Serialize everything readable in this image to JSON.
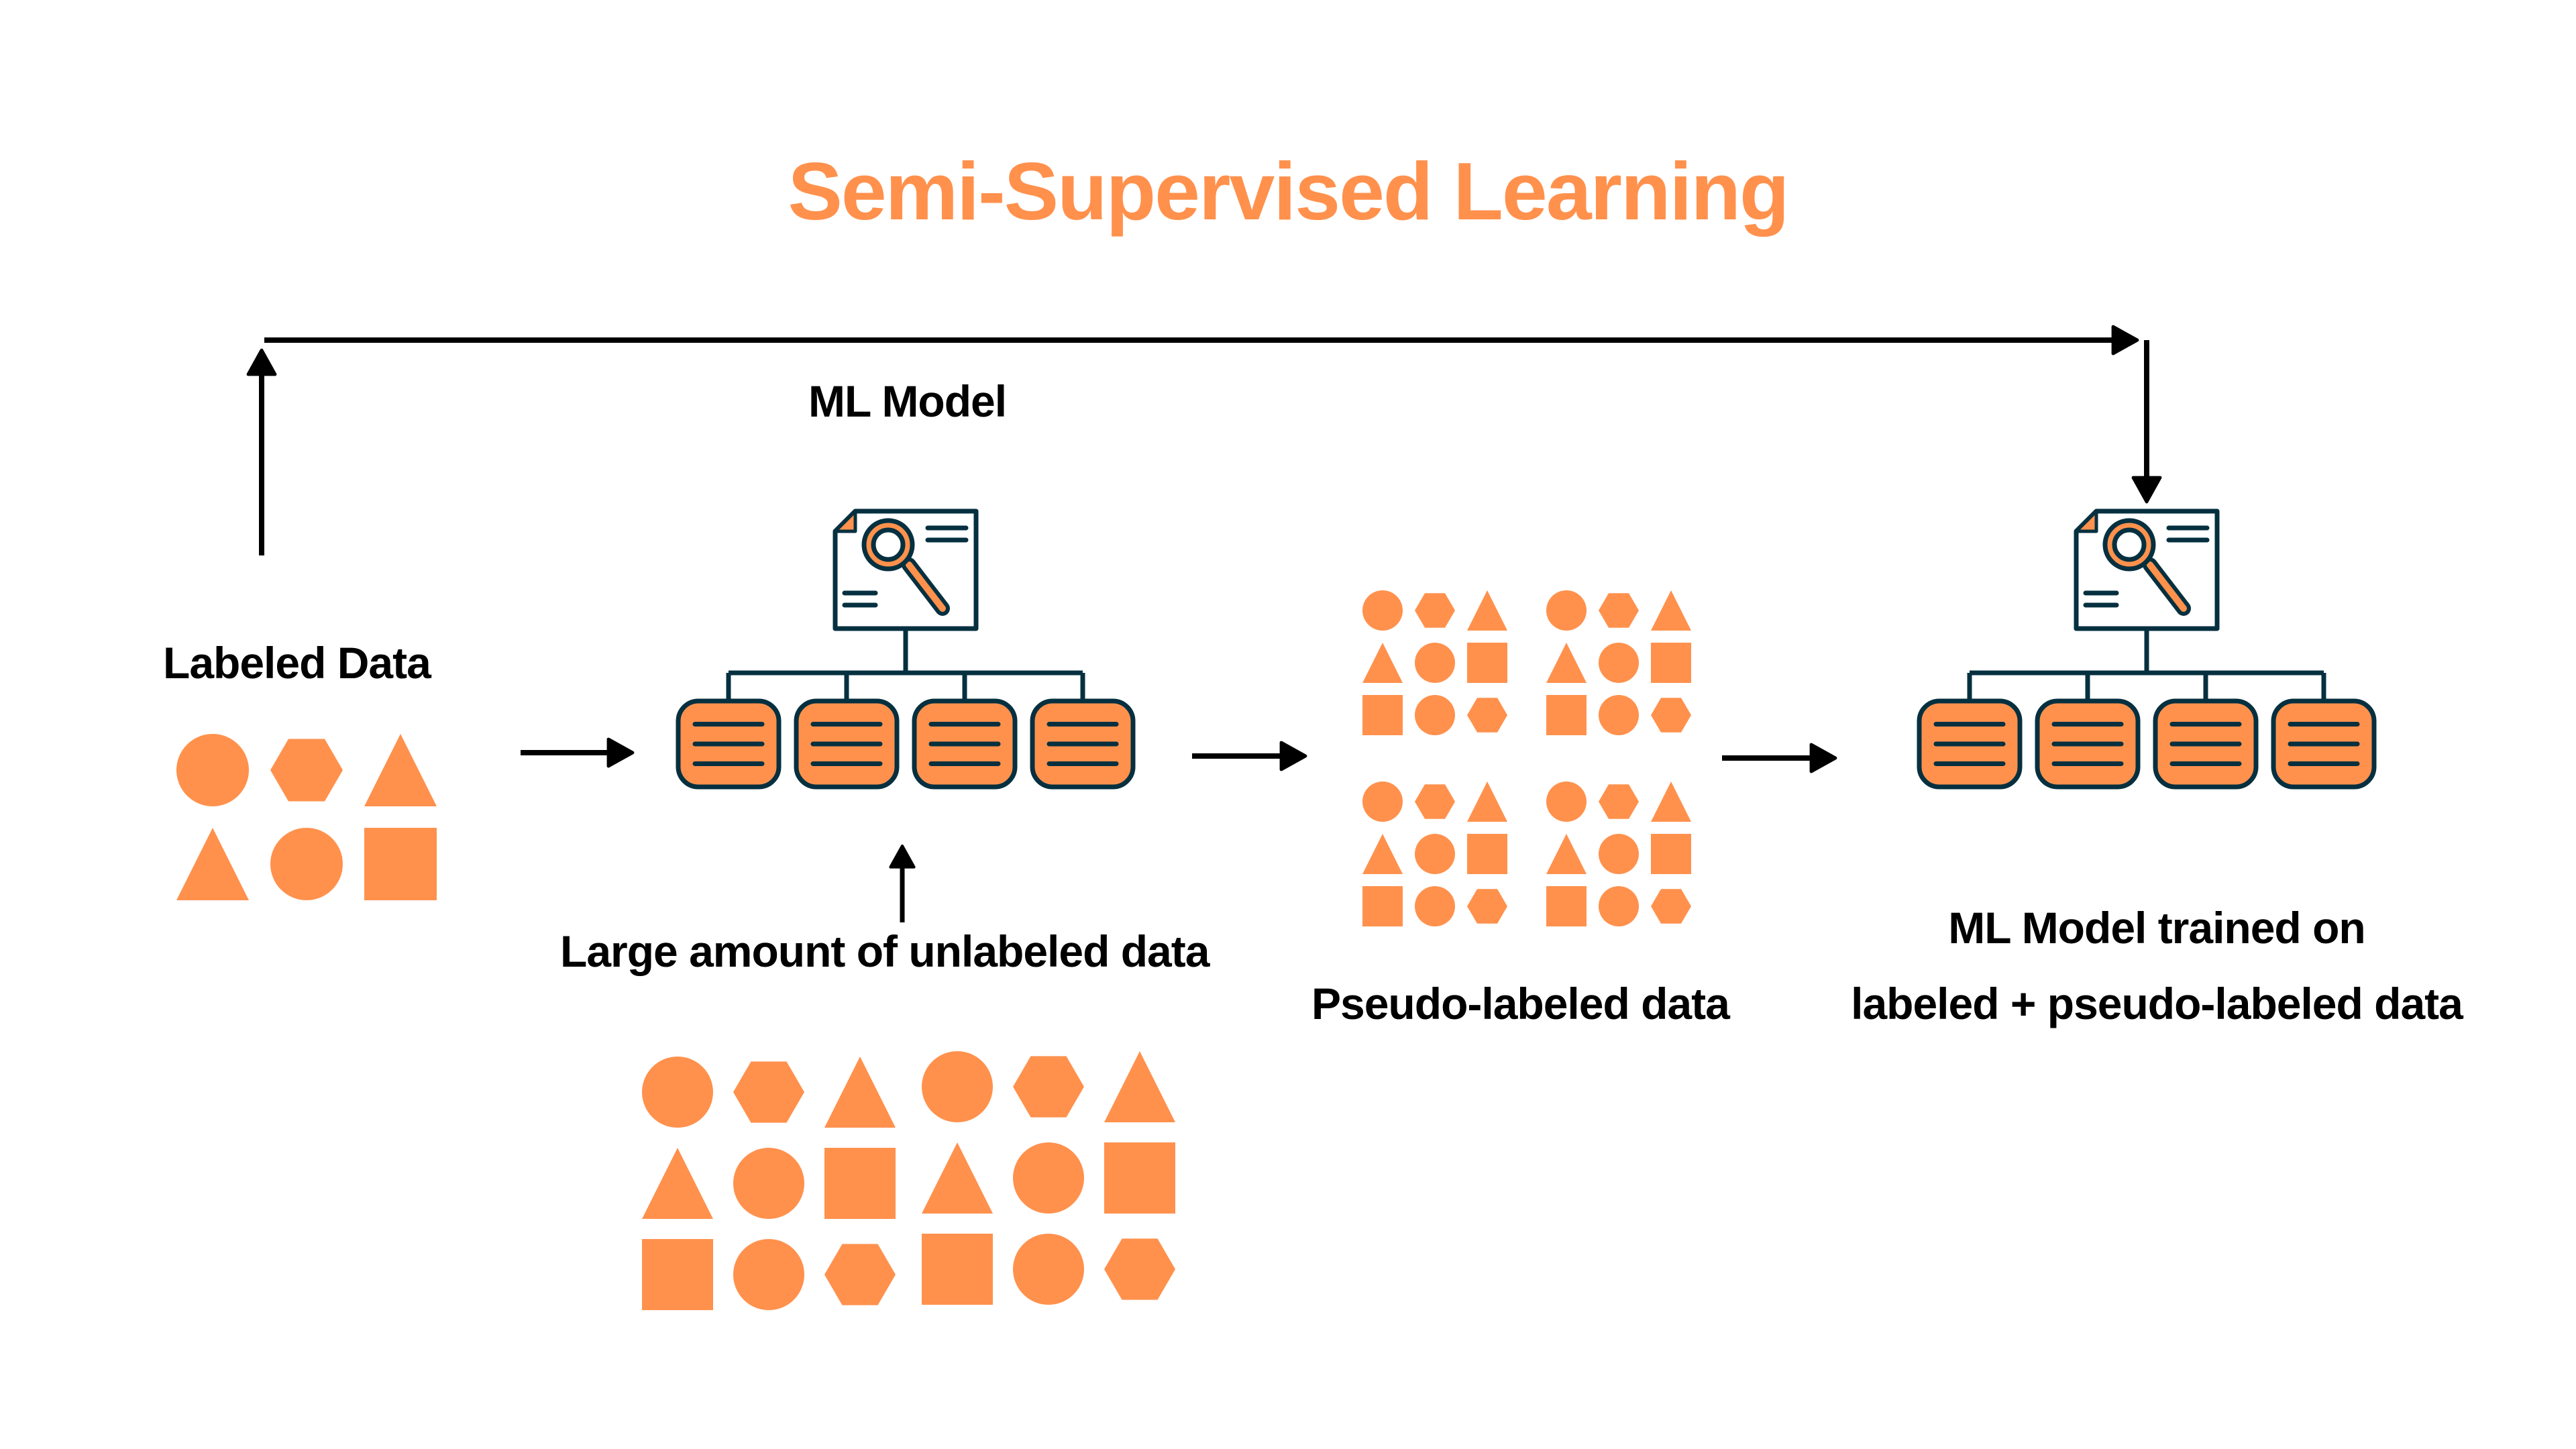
{
  "title": "Semi-Supervised Learning",
  "colors": {
    "accent": "#FF914D",
    "outline": "#06303F",
    "arrow": "#000000",
    "background": "#FFFFFF"
  },
  "labels": {
    "ml_model": "ML Model",
    "labeled_data": "Labeled Data",
    "unlabeled_data": "Large amount of unlabeled data",
    "pseudo_labeled_data": "Pseudo-labeled data",
    "trained_model_line1": "ML Model trained on",
    "trained_model_line2": "labeled + pseudo-labeled data"
  },
  "labeled_shapes": [
    [
      "circle",
      "hexagon",
      "triangle"
    ],
    [
      "triangle",
      "circle",
      "square"
    ]
  ],
  "set_pattern": [
    [
      "circle",
      "hexagon",
      "triangle"
    ],
    [
      "triangle",
      "circle",
      "square"
    ],
    [
      "square",
      "circle",
      "hexagon"
    ]
  ],
  "pseudo_labeled_sets": 4,
  "unlabeled_sets": 2,
  "model_icon": {
    "document": "magnifier-document-icon",
    "server_count": 4
  },
  "flow": [
    "Labeled Data",
    "ML Model",
    "Pseudo-labeled data",
    "ML Model trained on labeled + pseudo-labeled data"
  ]
}
